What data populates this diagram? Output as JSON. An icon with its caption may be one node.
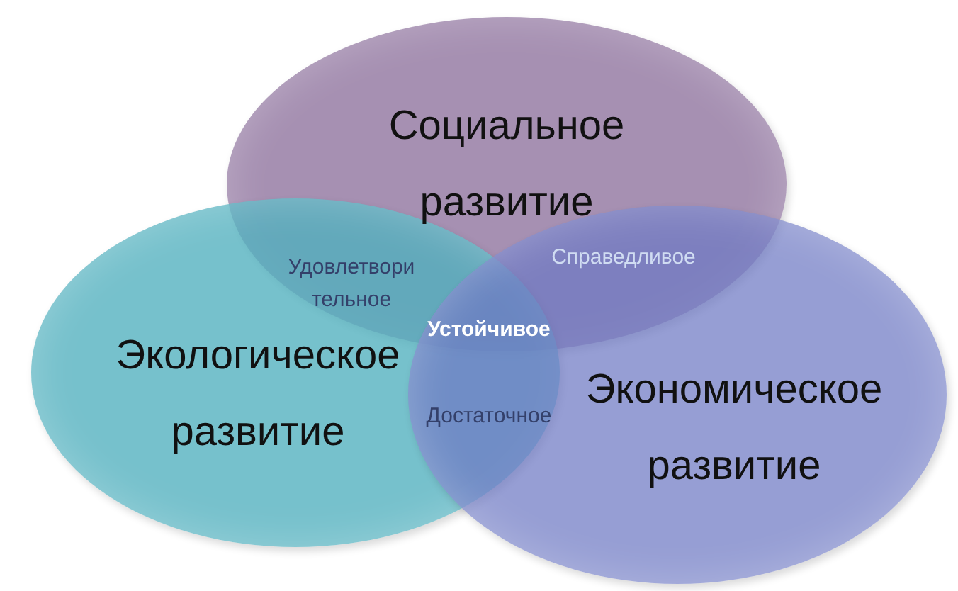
{
  "diagram": {
    "nodes": [
      {
        "text": [
          "Социальное развитие"
        ]
      },
      {
        "text": [
          "Экологическое развитие"
        ]
      },
      {
        "text": [
          "Экономическое развитие"
        ]
      }
    ],
    "labels": [
      "Удовлетвори тельное",
      "Справедливое",
      "Устойчивое",
      "Достаточное"
    ]
  }
}
